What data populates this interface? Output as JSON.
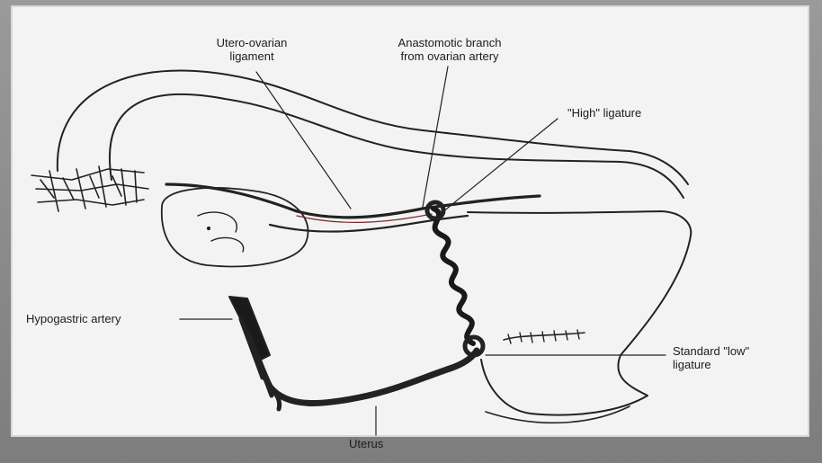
{
  "labels": {
    "utero_ovarian": "Utero-ovarian\nligament",
    "anastomotic": "Anastomotic branch\nfrom ovarian artery",
    "high": "\"High\" ligature",
    "hypogastric": "Hypogastric artery",
    "standard_low": "Standard \"low\"\nligature",
    "uterus": "Uterus"
  },
  "icons": [
    "ovary-outline",
    "fimbria-shape",
    "artery-shape",
    "ligature-stitches"
  ]
}
